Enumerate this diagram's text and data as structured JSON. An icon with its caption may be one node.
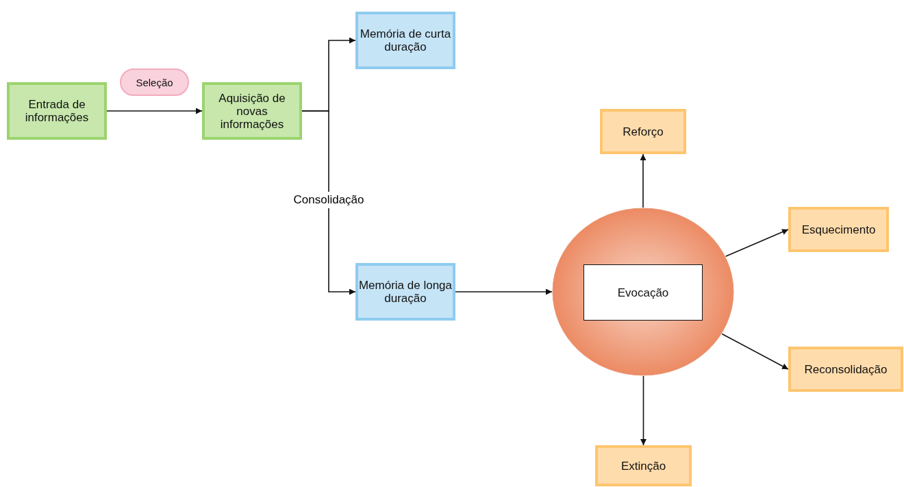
{
  "diagram": {
    "nodes": [
      {
        "text": [
          "Entrada de informações"
        ]
      },
      {
        "text": [
          "Seleção"
        ]
      },
      {
        "text": [
          "Aquisição de novas informações"
        ]
      },
      {
        "text": [
          "Memória de curta duração"
        ]
      },
      {
        "text": [
          "Memória de longa duração"
        ]
      },
      {
        "text": [],
        "shape": "circle"
      },
      {
        "text": [
          "Evocação"
        ],
        "in": 5
      },
      {
        "text": [
          "Reforço"
        ]
      },
      {
        "text": [
          "Esquecimento"
        ]
      },
      {
        "text": [
          "Reconsolidação"
        ]
      },
      {
        "text": [
          "Extinção"
        ]
      }
    ],
    "edges": [
      {
        "from": 0,
        "to": 2,
        "arrow": "to"
      },
      {
        "from": 2,
        "to": 3,
        "arrow": "to"
      },
      {
        "from": 2,
        "to": 4,
        "arrow": "to",
        "label": "Consolidação"
      },
      {
        "from": 4,
        "to": 5,
        "arrow": "to"
      },
      {
        "from": 5,
        "to": 7,
        "arrow": "to"
      },
      {
        "from": 5,
        "to": 8,
        "arrow": "to"
      },
      {
        "from": 5,
        "to": 9,
        "arrow": "to"
      },
      {
        "from": 5,
        "to": 10,
        "arrow": "to"
      }
    ]
  }
}
